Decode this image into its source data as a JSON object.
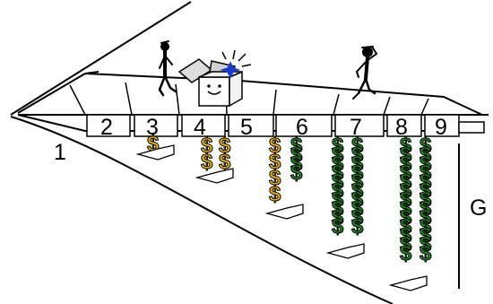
{
  "steps": [
    {
      "label": "1"
    },
    {
      "label": "2"
    },
    {
      "label": "3"
    },
    {
      "label": "4"
    },
    {
      "label": "5"
    },
    {
      "label": "6"
    },
    {
      "label": "7"
    },
    {
      "label": "8"
    },
    {
      "label": "9"
    }
  ],
  "side_label": "G",
  "symbol": "$",
  "colors": {
    "line": "#000000",
    "gold": "#f5b800",
    "green": "#1f8a1f",
    "box_star": "#1a3ad1",
    "background": "#ffffff"
  },
  "figures": [
    "person-icon",
    "thinking-person-icon",
    "open-box-icon"
  ]
}
